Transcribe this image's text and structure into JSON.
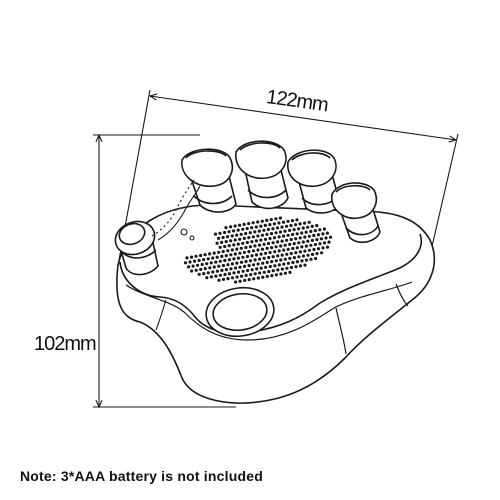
{
  "dimensions": {
    "width_label": "122mm",
    "height_label": "102mm"
  },
  "note": "Note: 3*AAA battery is not included",
  "colors": {
    "line": "#1a1a1a",
    "background": "#ffffff"
  }
}
